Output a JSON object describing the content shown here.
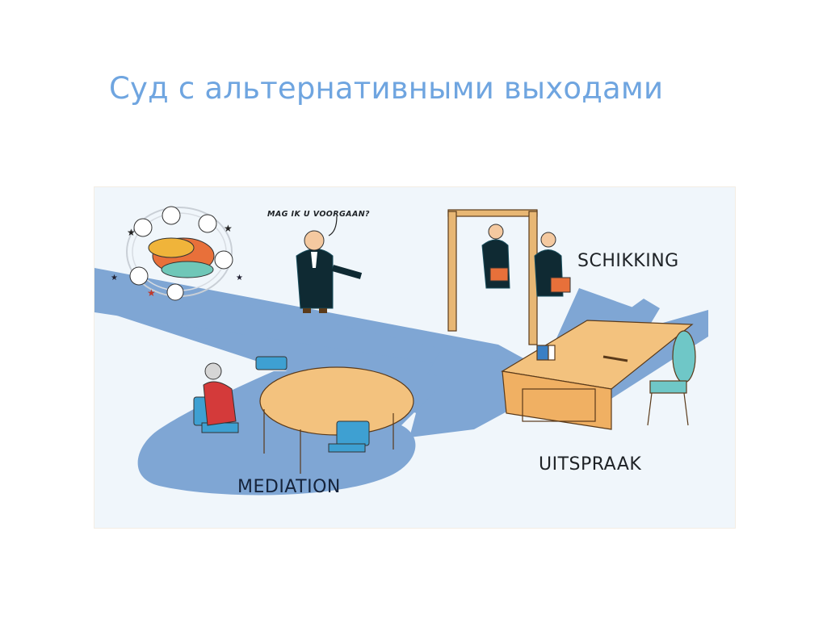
{
  "slide": {
    "title": "Суд с альтернативными выходами",
    "title_color": "#6fa5e0"
  },
  "illustration": {
    "description": "Cartoon of a courtroom with three alternative outcomes",
    "speech_bubble": "MAG IK U VOORGAAN?",
    "labels": {
      "settlement": "SCHIKKING",
      "verdict": "UITSPRAAK",
      "mediation": "MEDIATION"
    },
    "colors": {
      "background": "#f0f6fb",
      "path": "#7fa6d4",
      "table": "#f3c27e",
      "chair": "#3ea0d2",
      "robe": "#0f2a33",
      "door_frame": "#e8b774"
    }
  }
}
